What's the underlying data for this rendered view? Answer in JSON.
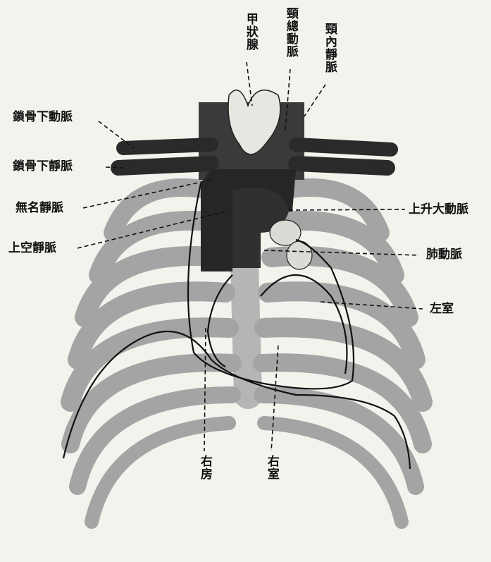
{
  "labels": {
    "thyroid": "甲狀腺",
    "common_carotid": "頸總動脈",
    "internal_jugular": "頸內靜脈",
    "subclavian_artery": "鎖骨下動脈",
    "subclavian_vein": "鎖骨下靜脈",
    "innominate_vein": "無名靜脈",
    "superior_vena_cava": "上空靜脈",
    "ascending_aorta": "上升大動脈",
    "pulmonary_artery": "肺動脈",
    "left_ventricle": "左室",
    "right_atrium": "右房",
    "right_ventricle": "右室"
  },
  "colors": {
    "ink": "#111111",
    "vessel": "#2a2a2a",
    "rib": "#9a9a9a",
    "paper": "#f4f2ec"
  }
}
